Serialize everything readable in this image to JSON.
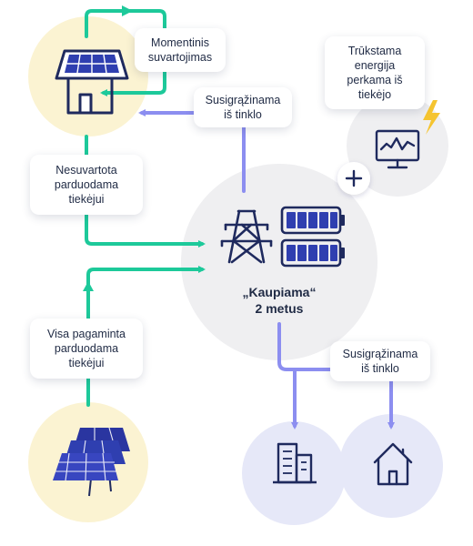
{
  "labels": {
    "momentinis": "Momentinis\nsuvartojimas",
    "susigrazinama_top": "Susigrąžinama\niš tinklo",
    "trukstama": "Trūkstama\nenergija\nperkama iš\ntiekėjo",
    "nesuvartota": "Nesuvartota\nparduodama\ntiekėjui",
    "visa": "Visa pagaminta\nparduodama\ntiekėjui",
    "susigrazinama_bottom": "Susigrąžinama\niš tinklo"
  },
  "center": {
    "line1": "„Kaupiama“",
    "line2": "2 metus"
  },
  "colors": {
    "green": "#1dc99a",
    "purple": "#8c8ef0",
    "navy": "#1f2a5e",
    "panel_blue": "#2f3fb0",
    "yellow_circle": "#fbf3d2",
    "grey_circle": "#efeff1",
    "lavender_circle": "#e6e8f8",
    "bolt": "#f5c430"
  },
  "icons": [
    "house-solar-icon",
    "solar-panels-icon",
    "transmission-tower-icon",
    "battery-icon",
    "monitor-chart-icon",
    "lightning-icon",
    "plus-icon",
    "office-building-icon",
    "home-icon"
  ]
}
